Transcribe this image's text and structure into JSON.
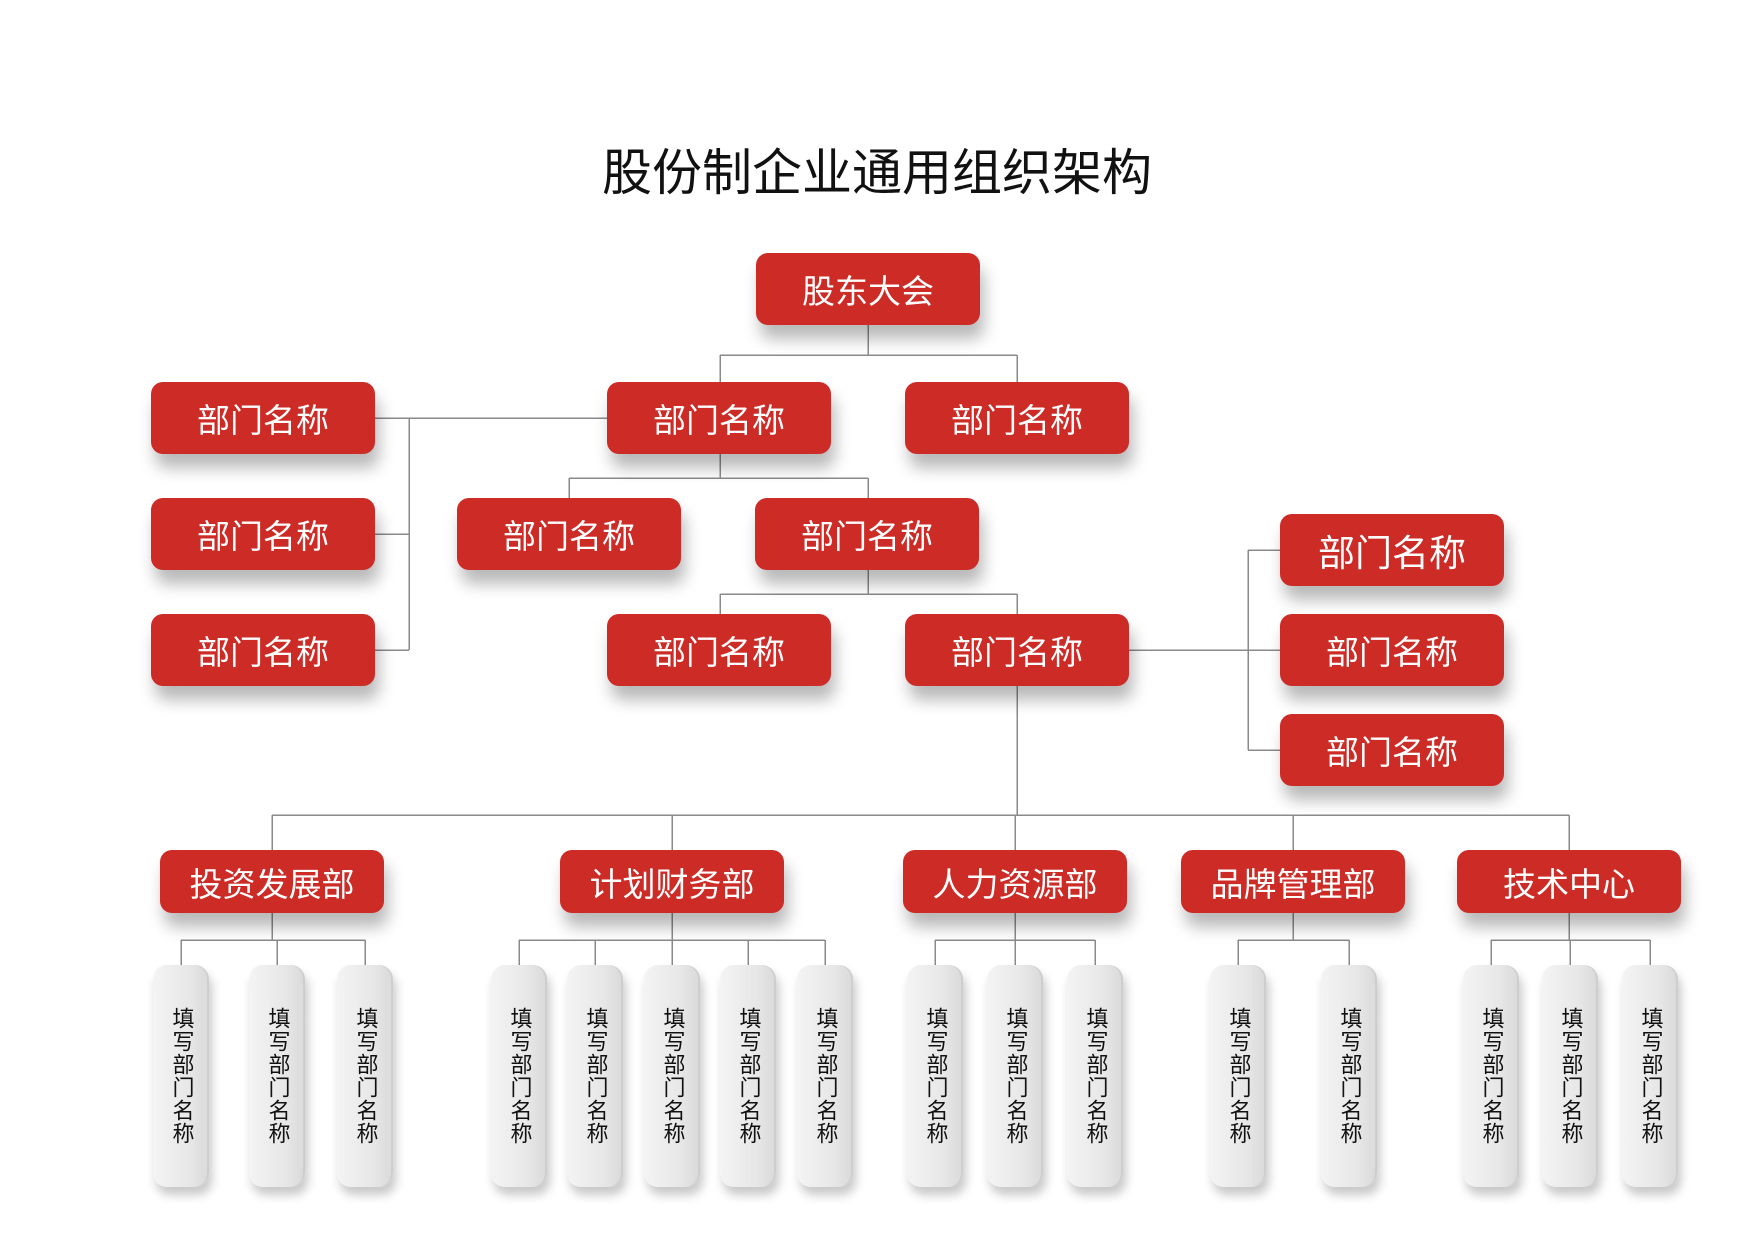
{
  "title": "股份制企业通用组织架构",
  "colors": {
    "accent": "#cc2b26",
    "line": "#8a8a8a"
  },
  "root": "股东大会",
  "level1": {
    "center": "部门名称",
    "right": "部门名称"
  },
  "left_column": [
    "部门名称",
    "部门名称",
    "部门名称"
  ],
  "level2": {
    "left": "部门名称",
    "right": "部门名称"
  },
  "level3": {
    "left": "部门名称",
    "right": "部门名称"
  },
  "right_column": [
    "部门名称",
    "部门名称",
    "部门名称"
  ],
  "departments": [
    {
      "label": "投资发展部",
      "leaves": [
        "填写部门名称",
        "填写部门名称",
        "填写部门名称"
      ]
    },
    {
      "label": "计划财务部",
      "leaves": [
        "填写部门名称",
        "填写部门名称",
        "填写部门名称",
        "填写部门名称",
        "填写部门名称"
      ]
    },
    {
      "label": "人力资源部",
      "leaves": [
        "填写部门名称",
        "填写部门名称",
        "填写部门名称"
      ]
    },
    {
      "label": "品牌管理部",
      "leaves": [
        "填写部门名称",
        "填写部门名称"
      ]
    },
    {
      "label": "技术中心",
      "leaves": [
        "填写部门名称",
        "填写部门名称",
        "填写部门名称"
      ]
    }
  ]
}
